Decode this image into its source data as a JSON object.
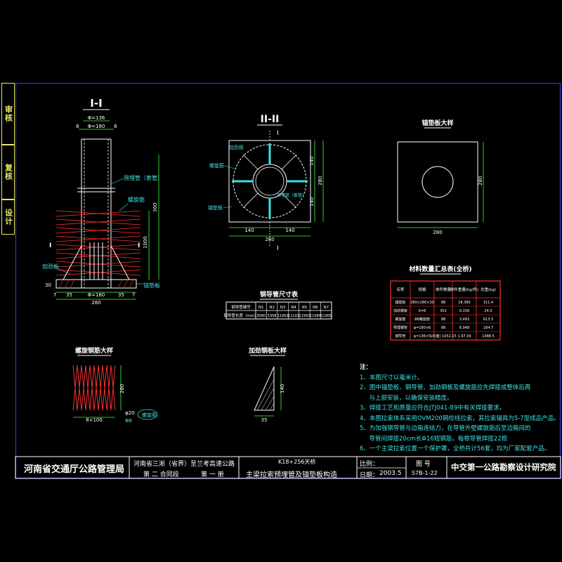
{
  "side_tabs": {
    "review": "审核",
    "check": "复核",
    "design": "设计"
  },
  "views": {
    "section_1": {
      "title": "I-I",
      "dim_top_1": "Φ=136",
      "dim_top_2": "Φ=180",
      "dim_8a": "8",
      "dim_8b": "8",
      "label_pipe": "预埋管（套管）",
      "label_spiral": "螺旋筋",
      "label_stiffener": "加劲板",
      "label_anchor_plate": "锚垫板",
      "dim_280": "280",
      "dim_300": "300",
      "dim_1000": "1000",
      "dim_base": "Φ=180",
      "dim_left_1": "7",
      "dim_left_2": "35",
      "dim_right_1": "35",
      "dim_right_2": "7",
      "dim_30": "30",
      "mark_I_left": "I",
      "mark_I_right": "I"
    },
    "section_2": {
      "title": "II-II",
      "mark_I_top": "I",
      "mark_I_bottom": "I",
      "label_stiffener": "加劲板",
      "label_spiral": "螺旋筋",
      "label_anchor": "锚垫板",
      "label_pipe": "预埋管（套管）",
      "dim_140_left": "140",
      "dim_140_right": "140",
      "dim_280_bottom": "280",
      "dim_140_top_v": "140",
      "dim_140_bottom_v": "140",
      "dim_280_v": "280"
    },
    "anchor_plate_detail": {
      "title": "锚垫板大样",
      "dim_280_bottom": "280",
      "dim_280_right": "280"
    }
  },
  "pipe_table": {
    "title": "钢导管尺寸表",
    "headers": [
      "钢导管编号",
      "N1",
      "N2",
      "N3",
      "N4",
      "N5",
      "N6",
      "N7"
    ],
    "row_label": "钢导管长度（mm）",
    "values": [
      "3060",
      "5358",
      "11902",
      "11102",
      "11950",
      "11084",
      "11955"
    ]
  },
  "materials": {
    "title": "材料数量汇总表(全桥)",
    "headers": [
      "名称",
      "规格",
      "单件数量",
      "单件重量(kg/件)",
      "总重(kg)"
    ],
    "rows": [
      [
        "锚垫板",
        "280×280×30",
        "88",
        "18.380",
        "311.4"
      ],
      [
        "加劲钢板",
        "δ=8",
        "352",
        "0.156",
        "24.0"
      ],
      [
        "螺旋筋",
        "Φ8螺旋筋",
        "88",
        "3.493",
        "613.5"
      ],
      [
        "预埋钢管",
        "φ=180×6",
        "88",
        "6.948",
        "184.7"
      ],
      [
        "钢导管",
        "φ=136×5",
        "18(套) 1052.15",
        "1.97.09",
        "1488.5"
      ]
    ]
  },
  "spiral_detail": {
    "title": "螺旋钢筋大样",
    "dim_280": "280",
    "dim_pitch": "8×100",
    "dim_dia": "φ20",
    "label": "螺旋筋",
    "label2": "Φ8"
  },
  "stiffener_detail": {
    "title": "加劲钢板大样",
    "dim_140": "140",
    "dim_35": "35"
  },
  "notes": {
    "heading": "注：",
    "items": [
      "1、本图尺寸以毫米计。",
      "2、图中锚垫板、钢导管、加劲钢板及螺旋筋应先焊接成整体后再",
      "     与上部安装，以确保安装精度。",
      "3、焊接工艺和质量应符合JTJ041-89中有关焊接要求。",
      "4、本图拉索体系采用OVM200钢绞线拉索，其拉索锚具为5-7型成品产品。",
      "5、为加强钢导管与边箱连结力，在导管外壁螺旋筋后至边箱间的",
      "     导管间焊接20cm长Φ16短钢筋，每根导管焊接22根",
      "6、一个主梁拉索位置一个保护罩，全桥共计56套，均为厂家配套产品。"
    ]
  },
  "title_block": {
    "authority": "河南省交通厅公路管理局",
    "project_line1": "河南省三淅（省界）至兰考高速公路",
    "project_line2_a": "第 二 合同段",
    "project_line2_b": "第 一 册",
    "drawing_line1": "K18+256天桥",
    "drawing_line2": "主梁拉索预埋管及锚垫板构造",
    "scale_label": "比例：",
    "date_label": "日期：",
    "date_value": "2003.5",
    "figno_label": "图 号",
    "figno_value": "S7B-1-22",
    "institute": "中交第一公路勘察设计研究院"
  },
  "colors": {
    "frame": "#3a3aff",
    "yellow": "#e8e86a",
    "red": "#ff3030",
    "cyan": "#40e0e0",
    "green": "#40ff40",
    "white": "#ffffff",
    "blue": "#4070ff"
  }
}
